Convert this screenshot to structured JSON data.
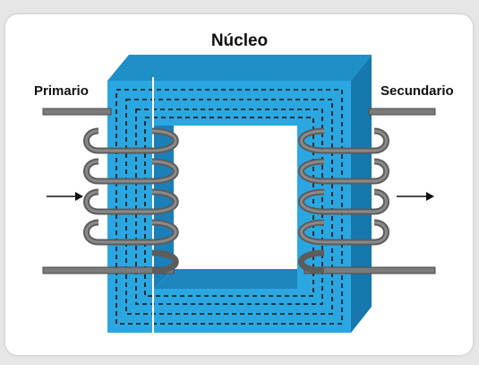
{
  "diagram": {
    "title": "Núcleo",
    "primary_label": "Primario",
    "secondary_label": "Secundario",
    "colors": {
      "core_front": "#2aa7e1",
      "core_top": "#1f8fc8",
      "core_side": "#1678ad",
      "core_hole_shadow": "#1b7fb8",
      "wire": "#7b7b7b",
      "wire_outline": "#4a4a4a",
      "flux_lines": "#111111",
      "arrow": "#111111"
    }
  }
}
